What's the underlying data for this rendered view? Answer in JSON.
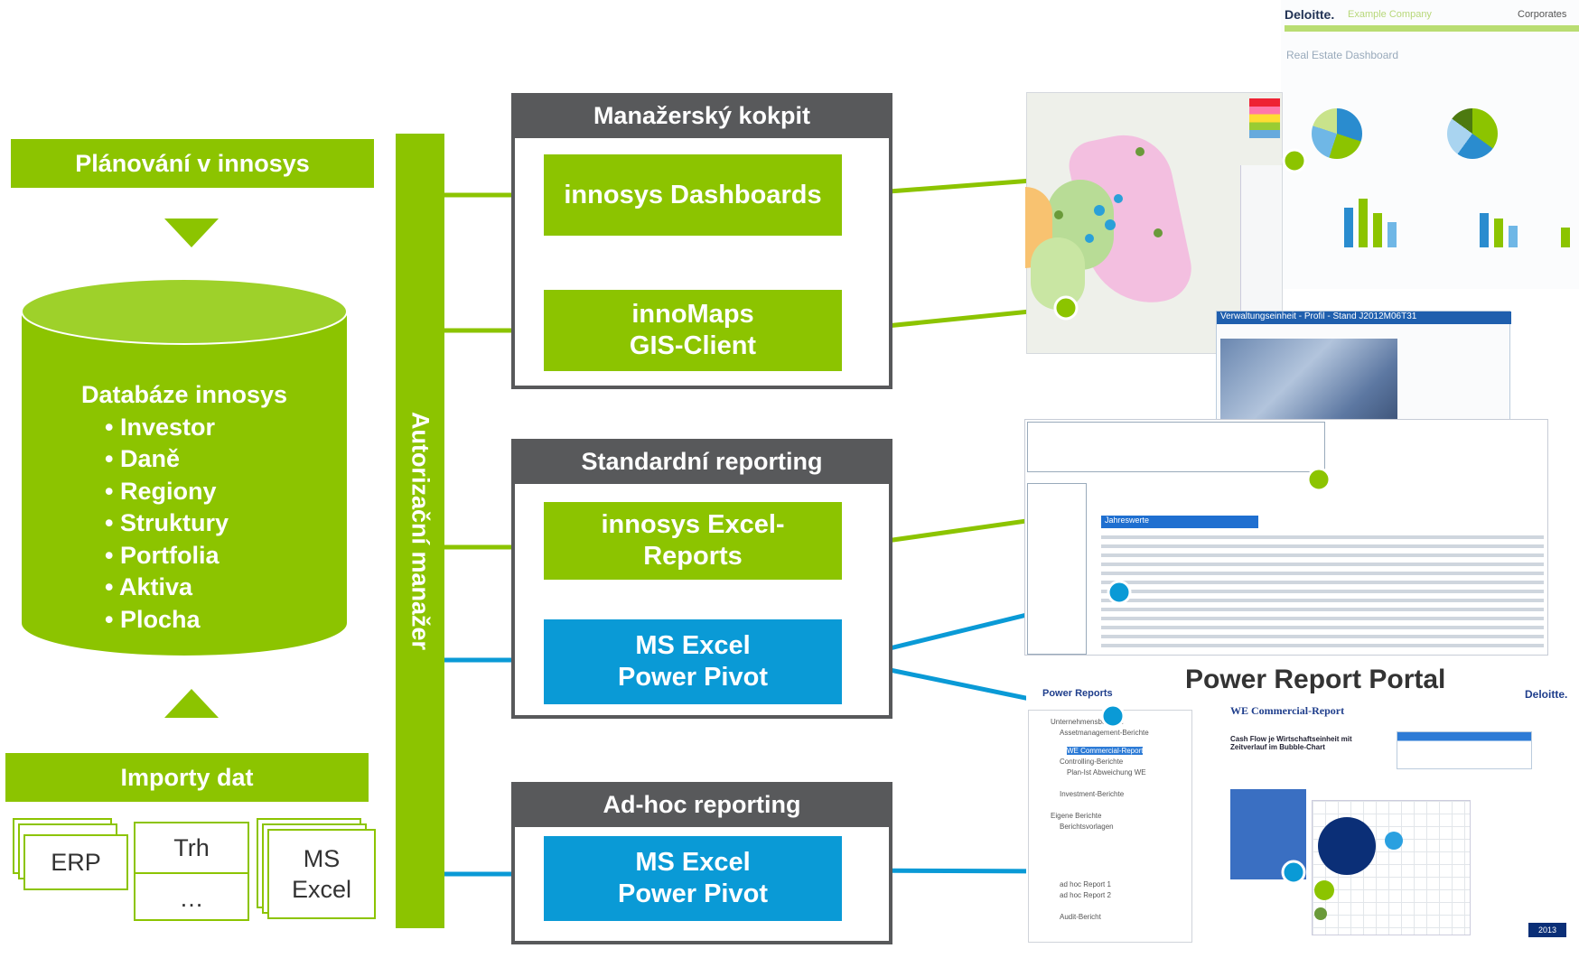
{
  "left": {
    "planning_label": "Plánování v innosys",
    "database_title": "Databáze innosys",
    "database_items": [
      "Investor",
      "Daně",
      "Regiony",
      "Struktury",
      "Portfolia",
      "Aktiva",
      "Plocha"
    ],
    "imports_label": "Importy dat",
    "sources": {
      "erp": "ERP",
      "market": "Trh",
      "market_more": "…",
      "excel_line1": "MS",
      "excel_line2": "Excel"
    }
  },
  "auth_manager_label": "Autorizační manažer",
  "groups": [
    {
      "header": "Manažerský kokpit"
    },
    {
      "header": "Standardní reporting"
    },
    {
      "header": "Ad-hoc reporting"
    }
  ],
  "pills": {
    "dashboards": "innosys Dashboards",
    "innomaps_line1": "innoMaps",
    "innomaps_line2": "GIS-Client",
    "excel_reports_line1": "innosys Excel-",
    "excel_reports_line2": "Reports",
    "power_pivot_1_line1": "MS Excel",
    "power_pivot_1_line2": "Power Pivot",
    "power_pivot_2_line1": "MS Excel",
    "power_pivot_2_line2": "Power Pivot"
  },
  "screens": {
    "dashboard_brand": "Deloitte.",
    "dashboard_company": "Example Company",
    "dashboard_corner": "Corporates",
    "dashboard_title": "Real Estate Dashboard",
    "profile_title": "Verwaltungseinheit - Profil - Stand J2012M06T31",
    "report_list_header": "Jahreswerte",
    "power_report_portal_title": "Power Report Portal",
    "portal_nav": "Power Reports",
    "portal_report_title": "WE Commercial-Report",
    "portal_report_desc": "Cash Flow je Wirtschaftseinheit mit Zeitverlauf im Bubble-Chart",
    "portal_brand": "Deloitte.",
    "portal_year": "2013",
    "portal_tree": [
      "Unternehmensberichte",
      "Assetmanagement-Berichte",
      "WE Commercial-Report",
      "Controlling-Berichte",
      "Plan-Ist Abweichung WE",
      "Investment-Berichte",
      "Eigene Berichte",
      "Berichtsvorlagen",
      "ad hoc Report 1",
      "ad hoc Report 2",
      "Audit-Bericht"
    ]
  },
  "colors": {
    "green": "#8cc400",
    "blue": "#0a9ad6",
    "dark_gray": "#58595b"
  }
}
